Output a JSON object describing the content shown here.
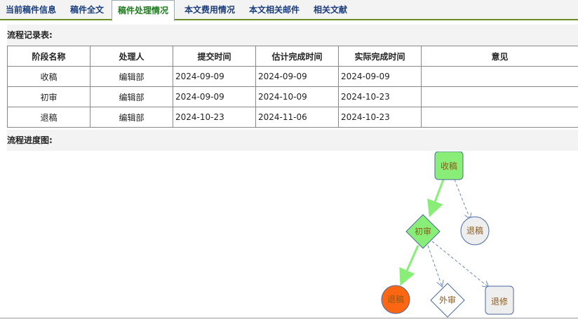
{
  "tabs": [
    {
      "label": "当前稿件信息"
    },
    {
      "label": "稿件全文"
    },
    {
      "label": "稿件处理情况"
    },
    {
      "label": "本文费用情况"
    },
    {
      "label": "本文相关邮件"
    },
    {
      "label": "相关文献"
    }
  ],
  "record": {
    "title": "流程记录表:",
    "headers": [
      "阶段名称",
      "处理人",
      "提交时间",
      "估计完成时间",
      "实际完成时间",
      "意见"
    ],
    "rows": [
      [
        "收稿",
        "编辑部",
        "2024-09-09",
        "2024-09-09",
        "2024-09-09",
        ""
      ],
      [
        "初审",
        "编辑部",
        "2024-09-09",
        "2024-10-09",
        "2024-10-23",
        ""
      ],
      [
        "退稿",
        "编辑部",
        "2024-10-23",
        "2024-11-06",
        "2024-10-23",
        ""
      ]
    ]
  },
  "flow": {
    "title": "流程进度图:",
    "nodes": {
      "receive": "收稿",
      "reject_top": "退稿",
      "first_review": "初审",
      "reject_final": "退稿",
      "external_review": "外审",
      "revise": "退修"
    }
  },
  "colors": {
    "tab_text": "#1a3d7c",
    "tab_active_text": "#1e7b1e",
    "tab_border": "#6b8e23",
    "node_done": "#88ee77",
    "node_current": "#ff6611",
    "node_pending": "#eeeeee",
    "node_outline": "#4a6aa0",
    "done_path": "#88ee77",
    "pending_path": "#6a86b8",
    "node_text": "#8a5a1a"
  }
}
